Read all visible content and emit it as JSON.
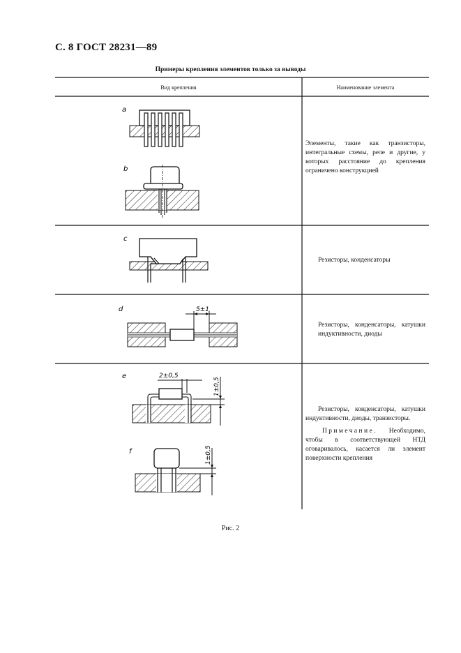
{
  "header": "С. 8 ГОСТ 28231—89",
  "table_caption": "Примеры крепления элементов только за выводы",
  "columns": {
    "left": "Вид крепления",
    "right": "Наименование элемента"
  },
  "rows": [
    {
      "labels": [
        "a",
        "b"
      ],
      "description": "Элементы, такие как транзисторы, интегральные схемы, реле и другие, у которых расстояние до крепления ограничено конструкцией"
    },
    {
      "labels": [
        "c"
      ],
      "description": "Резисторы, конденсаторы"
    },
    {
      "labels": [
        "d"
      ],
      "description": "Резисторы, конденсаторы, катушки индуктивности, диоды",
      "dimension": "5±1"
    },
    {
      "labels": [
        "e",
        "f"
      ],
      "description": "Резисторы, конденсаторы, катушки индуктивности, диоды, транзисторы.",
      "dimensions": [
        "2±0,5",
        "1±0,5",
        "1±0,5"
      ]
    }
  ],
  "note": {
    "title": "Примечание.",
    "text": "Необходимо, чтобы в соответствующей НТД оговаривалось, касается ли элемент поверхности крепления"
  },
  "figure_caption": "Рис. 2"
}
